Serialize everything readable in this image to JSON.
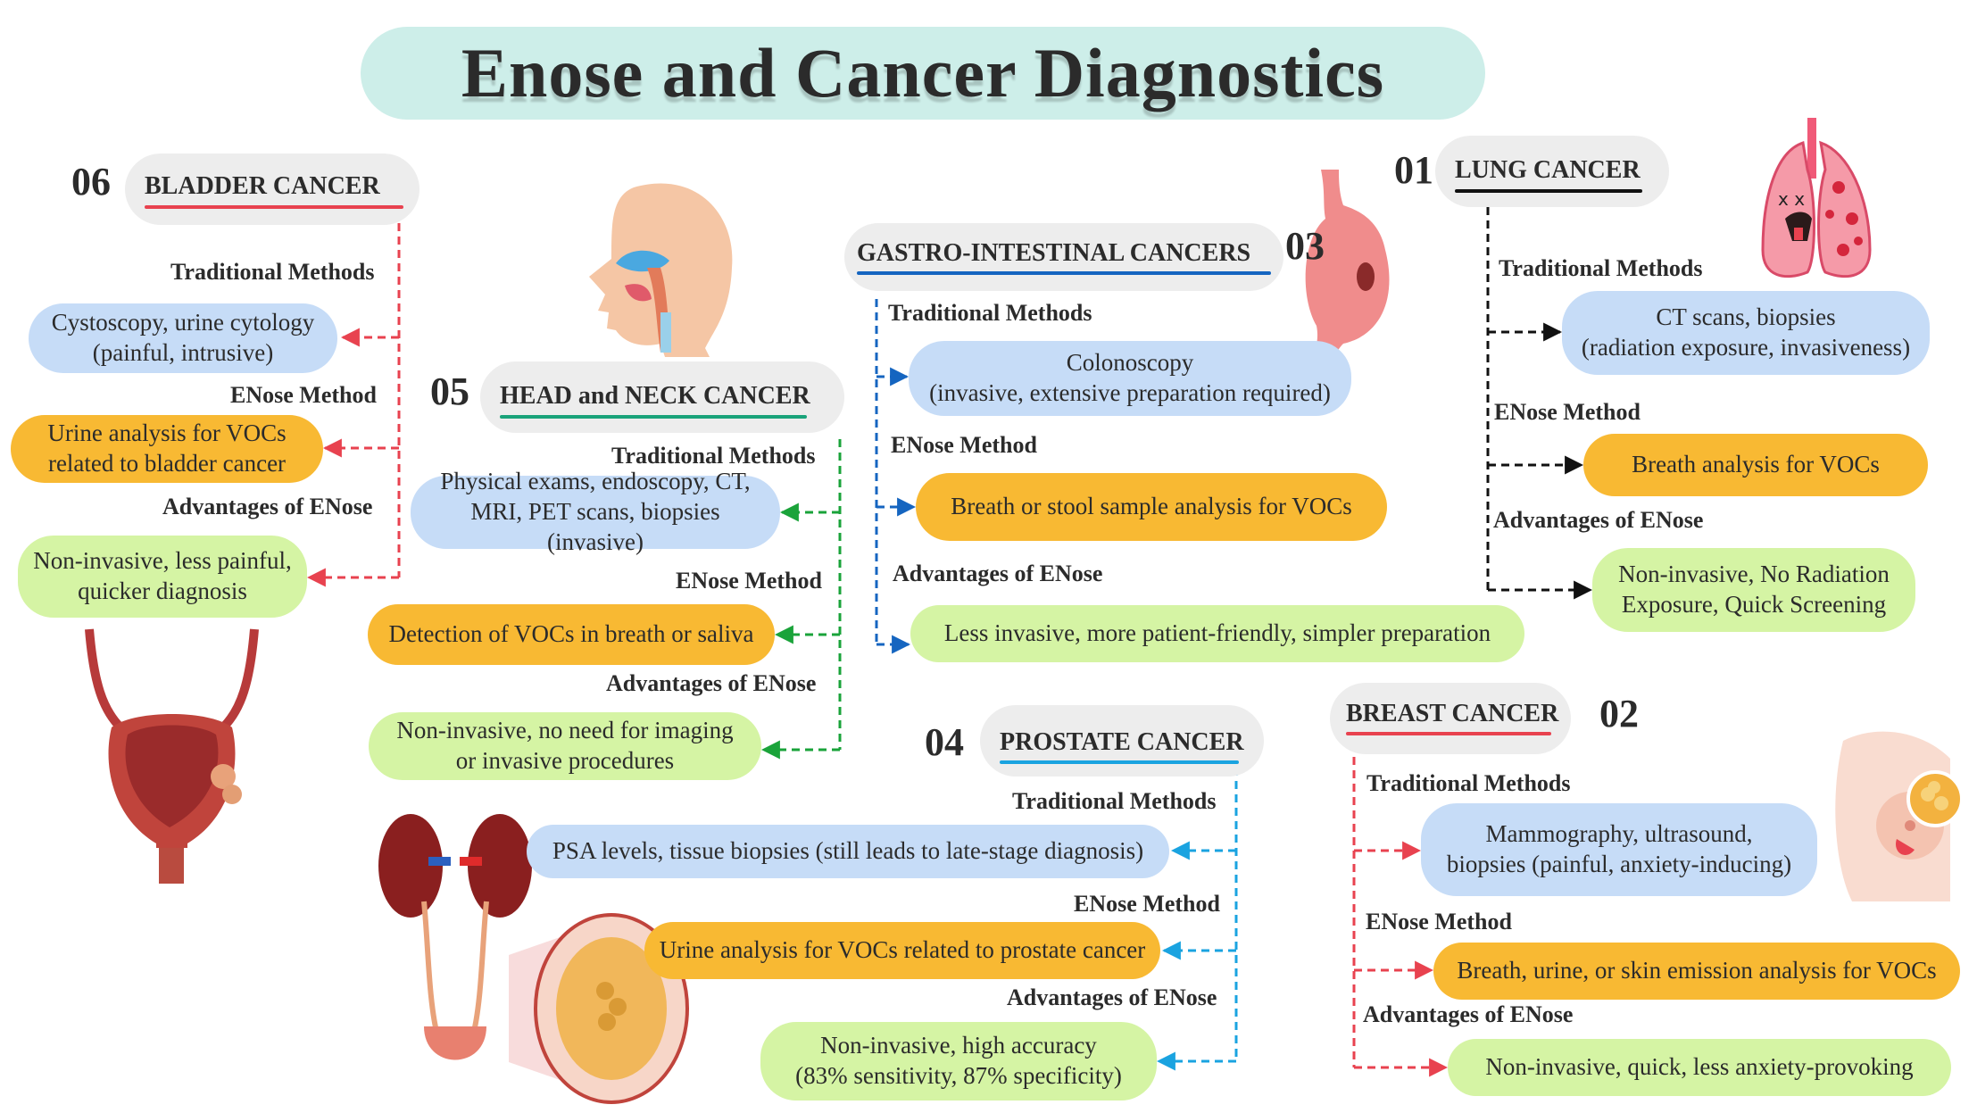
{
  "title": "Enose  and Cancer Diagnostics",
  "colors": {
    "banner": "#cdeee9",
    "traditional_box": "#c6dcf7",
    "enose_box": "#f8b933",
    "advantage_box": "#d5f4a4",
    "bladder": "#e8424f",
    "head_neck": "#1aa37a",
    "gastro": "#1565c0",
    "lung": "#111111",
    "prostate": "#1aa3e0",
    "breast": "#e8424f"
  },
  "sections": {
    "lung": {
      "number": "01",
      "title": "LUNG CANCER",
      "traditional_label": "Traditional Methods",
      "traditional": "CT scans, biopsies\n(radiation exposure, invasiveness)",
      "enose_label": "ENose Method",
      "enose": "Breath analysis for VOCs",
      "advantages_label": "Advantages of ENose",
      "advantages": "Non-invasive, No Radiation\nExposure, Quick Screening",
      "icon": "lungs-icon"
    },
    "breast": {
      "number": "02",
      "title": "BREAST CANCER",
      "traditional_label": "Traditional Methods",
      "traditional": "Mammography, ultrasound,\nbiopsies (painful, anxiety-inducing)",
      "enose_label": "ENose Method",
      "enose": "Breath, urine, or skin emission analysis for VOCs",
      "advantages_label": "Advantages of ENose",
      "advantages": "Non-invasive, quick, less anxiety-provoking",
      "icon": "breast-icon"
    },
    "gastro": {
      "number": "03",
      "title": "GASTRO-INTESTINAL CANCERS",
      "traditional_label": "Traditional Methods",
      "traditional": "Colonoscopy\n(invasive, extensive preparation required)",
      "enose_label": "ENose Method",
      "enose": "Breath or stool sample analysis for VOCs",
      "advantages_label": "Advantages of ENose",
      "advantages": "Less invasive, more patient-friendly, simpler preparation",
      "icon": "stomach-icon"
    },
    "prostate": {
      "number": "04",
      "title": "PROSTATE CANCER",
      "traditional_label": "Traditional Methods",
      "traditional": "PSA levels, tissue biopsies (still leads to late-stage diagnosis)",
      "enose_label": "ENose Method",
      "enose": "Urine analysis for VOCs related to prostate cancer",
      "advantages_label": "Advantages of ENose",
      "advantages": "Non-invasive, high accuracy\n(83% sensitivity, 87% specificity)",
      "icon": "kidneys-prostate-icon"
    },
    "head_neck": {
      "number": "05",
      "title": "HEAD and NECK CANCER",
      "traditional_label": "Traditional Methods",
      "traditional": "Physical exams, endoscopy, CT,\nMRI, PET scans, biopsies (invasive)",
      "enose_label": "ENose Method",
      "enose": "Detection of VOCs in breath or saliva",
      "advantages_label": "Advantages of ENose",
      "advantages": "Non-invasive, no need for imaging\nor invasive procedures",
      "icon": "head-profile-icon"
    },
    "bladder": {
      "number": "06",
      "title": "BLADDER CANCER",
      "traditional_label": "Traditional Methods",
      "traditional": "Cystoscopy, urine cytology\n(painful, intrusive)",
      "enose_label": "ENose Method",
      "enose": "Urine analysis for VOCs\nrelated to bladder cancer",
      "advantages_label": "Advantages of ENose",
      "advantages": "Non-invasive, less painful,\nquicker diagnosis",
      "icon": "bladder-icon"
    }
  }
}
